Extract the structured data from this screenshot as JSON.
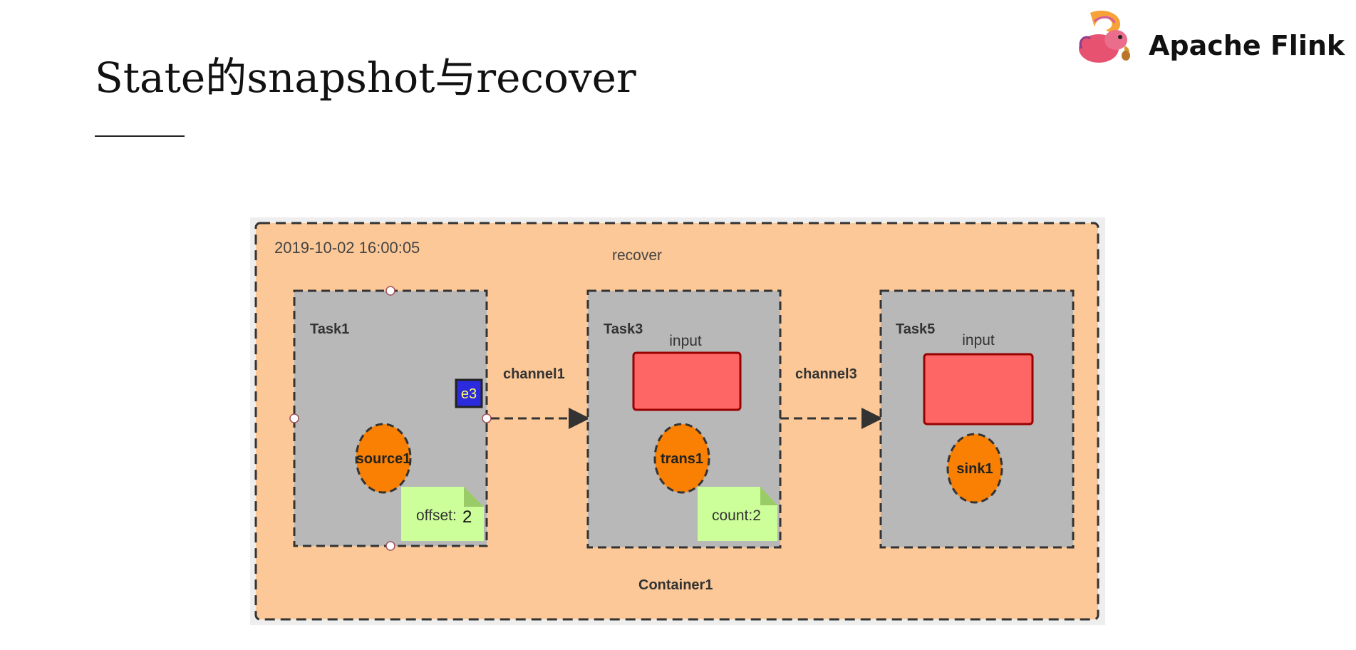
{
  "slide": {
    "title": "State的snapshot与recover",
    "brand_name": "Apache Flink"
  },
  "diagram": {
    "timestamp": "2019-10-02 16:00:05",
    "mode_label": "recover",
    "container_label": "Container1",
    "tasks": [
      {
        "label": "Task1",
        "operator": "source1",
        "state_label": "offset:",
        "state_value": "2",
        "marker": "e3"
      },
      {
        "label": "Task3",
        "operator": "trans1",
        "input_label": "input",
        "state_label": "count:2"
      },
      {
        "label": "Task5",
        "operator": "sink1",
        "input_label": "input"
      }
    ],
    "channels": [
      "channel1",
      "channel3"
    ],
    "colors": {
      "container_fill": "#fdc897",
      "task_fill": "#b8b8b8",
      "operator_fill": "#f98003",
      "input_fill": "#fe6666",
      "state_fill": "#ccff99",
      "marker_fill": "#2b2bdd"
    }
  }
}
